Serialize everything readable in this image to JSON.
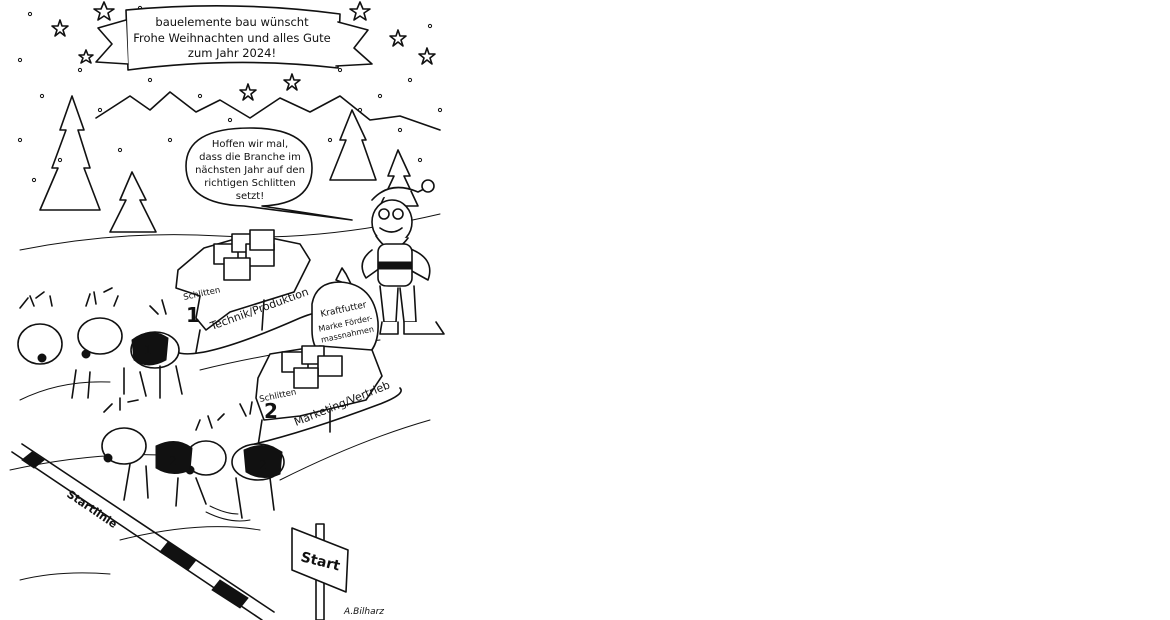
{
  "banner": {
    "line1": "bauelemente bau wünscht",
    "line2": "Frohe Weihnachten und alles Gute",
    "line3": "zum Jahr 2024!"
  },
  "speech_bubble": {
    "line1": "Hoffen wir mal,",
    "line2": "dass die Branche im",
    "line3": "nächsten Jahr auf den",
    "line4": "richtigen Schlitten",
    "line5": "setzt!"
  },
  "sled1": {
    "word": "Schlitten",
    "number": "1",
    "label": "Technik/Produktion",
    "reindeer_number": "1"
  },
  "sled2": {
    "word": "Schlitten",
    "number": "2",
    "label": "Marketing/Vertrieb",
    "reindeer_number": "2"
  },
  "sack": {
    "label1": "Kraftfutter",
    "label2": "Marke Förder-",
    "label3": "massnahmen"
  },
  "start_line": "Startlinie",
  "sign": "Start",
  "signature": "A.Bilharz"
}
